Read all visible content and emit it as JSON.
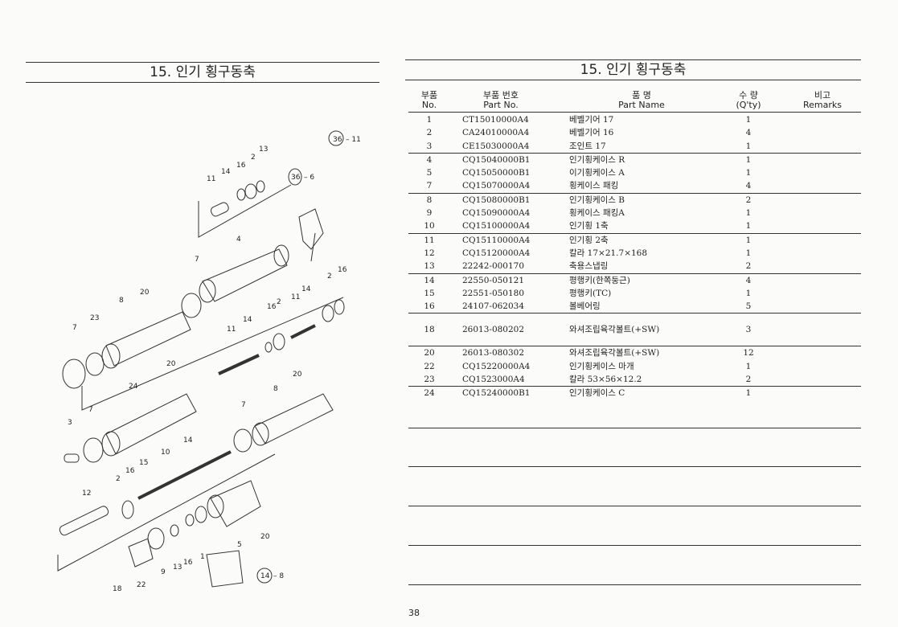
{
  "left_title": "15. 인기 횡구동축",
  "right_title": "15. 인기 횡구동축",
  "table_header": {
    "no_ko": "부품",
    "no_en": "No.",
    "pn_ko": "부품  번호",
    "pn_en": "Part  No.",
    "name_ko": "품        명",
    "name_en": "Part      Name",
    "qty_ko": "수  량",
    "qty_en": "(Q'ty)",
    "rem_ko": "비고",
    "rem_en": "Remarks"
  },
  "parts": [
    {
      "no": "1",
      "pn": "CT15010000A4",
      "name": "베벨기어 17",
      "qty": "1"
    },
    {
      "no": "2",
      "pn": "CA24010000A4",
      "name": "베벨기어 16",
      "qty": "4"
    },
    {
      "no": "3",
      "pn": "CE15030000A4",
      "name": "조인트 17",
      "qty": "1"
    },
    {
      "no": "4",
      "pn": "CQ15040000B1",
      "name": "인기횡케이스 R",
      "qty": "1"
    },
    {
      "no": "5",
      "pn": "CQ15050000B1",
      "name": "이기횡케이스 A",
      "qty": "1"
    },
    {
      "no": "7",
      "pn": "CQ15070000A4",
      "name": "횡케이스 패킹",
      "qty": "4"
    },
    {
      "no": "8",
      "pn": "CQ15080000B1",
      "name": "인기횡케이스 B",
      "qty": "2"
    },
    {
      "no": "9",
      "pn": "CQ15090000A4",
      "name": "횡케이스 패킹A",
      "qty": "1"
    },
    {
      "no": "10",
      "pn": "CQ15100000A4",
      "name": "인기횡 1축",
      "qty": "1"
    },
    {
      "no": "11",
      "pn": "CQ15110000A4",
      "name": "인기횡 2축",
      "qty": "1"
    },
    {
      "no": "12",
      "pn": "CQ15120000A4",
      "name": "칼라 17×21.7×168",
      "qty": "1"
    },
    {
      "no": "13",
      "pn": "22242-000170",
      "name": "축용스냅링",
      "qty": "2"
    },
    {
      "no": "14",
      "pn": "22550-050121",
      "name": "평행키(한쪽둥근)",
      "qty": "4"
    },
    {
      "no": "15",
      "pn": "22551-050180",
      "name": "평행키(TC)",
      "qty": "1"
    },
    {
      "no": "16",
      "pn": "24107-062034",
      "name": "볼베어링",
      "qty": "5"
    },
    {
      "no": "18",
      "pn": "26013-080202",
      "name": "와셔조립육각볼트(+SW)",
      "qty": "3"
    },
    {
      "no": "20",
      "pn": "26013-080302",
      "name": "와셔조립육각볼트(+SW)",
      "qty": "12"
    },
    {
      "no": "22",
      "pn": "CQ15220000A4",
      "name": "인기횡케이스 마개",
      "qty": "1"
    },
    {
      "no": "23",
      "pn": "CQ1523000A4",
      "name": "칼라 53×56×12.2",
      "qty": "2"
    },
    {
      "no": "24",
      "pn": "CQ15240000B1",
      "name": "인기횡케이스 C",
      "qty": "1"
    }
  ],
  "diagram": {
    "callouts": {
      "c36a": "36",
      "c36a_suffix": "– 11",
      "c36b": "36",
      "c36b_suffix": "– 6",
      "c14": "14",
      "c14_suffix": "– 8"
    },
    "labels": [
      "13",
      "2",
      "16",
      "14",
      "11",
      "4",
      "7",
      "16",
      "2",
      "20",
      "8",
      "14",
      "11",
      "16",
      "2",
      "11",
      "14",
      "23",
      "7",
      "20",
      "24",
      "20",
      "8",
      "7",
      "3",
      "7",
      "14",
      "10",
      "15",
      "16",
      "2",
      "12",
      "5",
      "20",
      "1",
      "9",
      "13",
      "16",
      "18",
      "22"
    ]
  },
  "page_number": "38"
}
